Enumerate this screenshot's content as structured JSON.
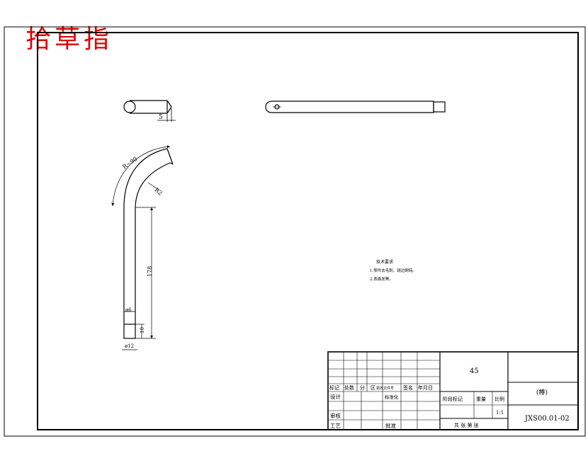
{
  "watermark": {
    "text": "拾草指",
    "color": "#e00000"
  },
  "views": {
    "top_left": {
      "dimension": "5"
    },
    "bent_view": {
      "arc_dim": "R~90",
      "radius_dim": "R2",
      "length_dim": "178",
      "dia_small": "ø6",
      "tail_len": "10",
      "dia_tip": "ø12"
    }
  },
  "notes": {
    "title": "技术要求",
    "line1": "1.零件去毛刺、锐边倒钝。",
    "line2": "2.表面发黑。"
  },
  "title_block": {
    "material": "45",
    "name": "(棒)",
    "drawing_no": "JXS00.01-02",
    "scale": "1:1",
    "rev_headers": [
      "标记",
      "处数",
      "分",
      "区",
      "更改文件号",
      "签名",
      "年月日"
    ],
    "labels": {
      "design": "设计",
      "standardize": "标准化",
      "check": "审核",
      "process": "工艺",
      "approve": "批准",
      "stage_mark": "阶段标记",
      "weight": "重量",
      "scale_label": "比例",
      "sheets": "共  张 第  张"
    }
  }
}
